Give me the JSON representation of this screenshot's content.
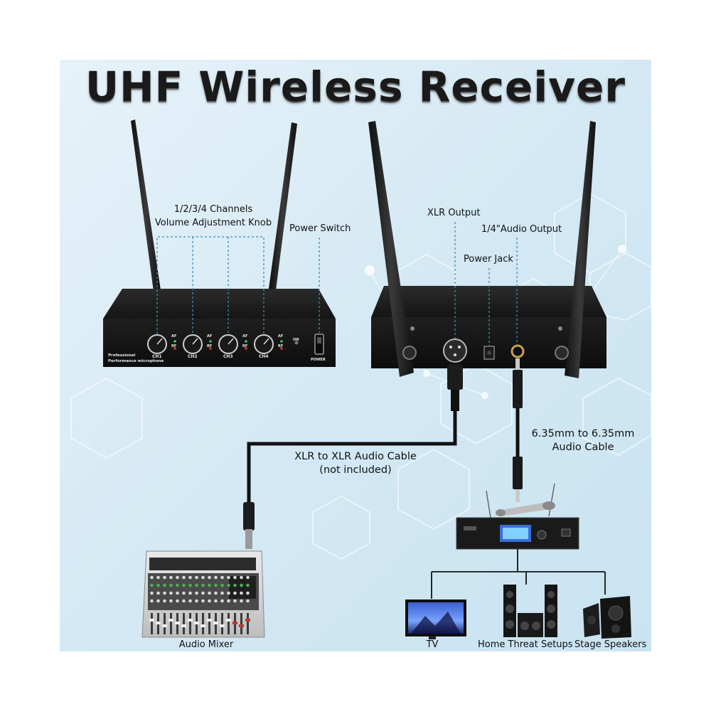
{
  "title": "UHF Wireless Receiver",
  "front_unit": {
    "channels_label_line1": "1/2/3/4 Channels",
    "channels_label_line2": "Volume Adjustment Knob",
    "power_switch_label": "Power Switch",
    "knob_labels": [
      "CH1",
      "CH2",
      "CH3",
      "CH4"
    ],
    "indicator_af": "AF",
    "indicator_rf": "RF",
    "on_label": "ON",
    "power_label": "POWER",
    "brand_line1": "Professional",
    "brand_line2": "Performance microphone"
  },
  "rear_unit": {
    "xlr_output_label": "XLR Output",
    "audio_output_label": "1/4\"Audio Output",
    "power_jack_label": "Power Jack"
  },
  "cables": {
    "xlr_cable_line1": "XLR to XLR Audio Cable",
    "xlr_cable_line2": "(not included)",
    "quarter_cable_line1": "6.35mm to 6.35mm",
    "quarter_cable_line2": "Audio Cable"
  },
  "destinations": {
    "mixer": "Audio Mixer",
    "tv": "TV",
    "home": "Home Threat Setups",
    "stage": "Stage Speakers"
  },
  "colors": {
    "background": "#d9ecf6",
    "guide_line": "#3a8fb5",
    "device": "#141414"
  }
}
